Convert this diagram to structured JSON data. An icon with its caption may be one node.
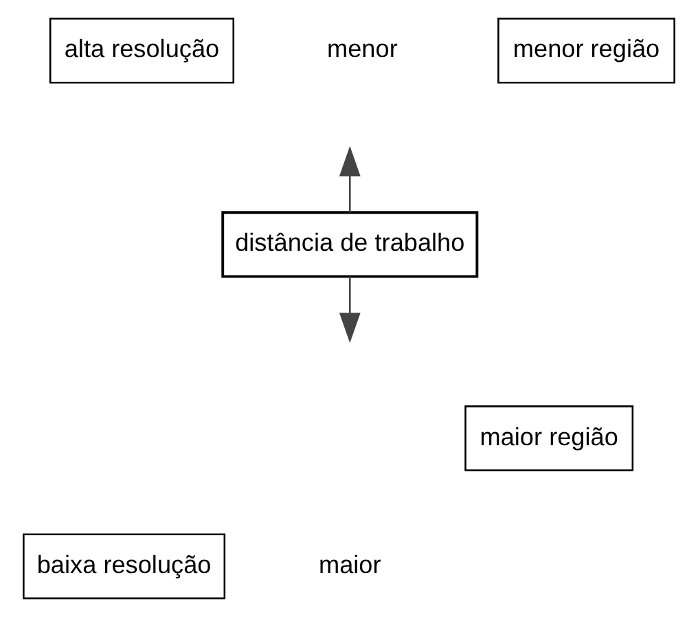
{
  "diagram": {
    "nodes": [
      {
        "text": [
          "alta resolução"
        ]
      },
      {
        "text": [
          "menor região"
        ]
      },
      {
        "text": [
          "distância de trabalho"
        ]
      },
      {
        "text": [
          "maior região"
        ]
      },
      {
        "text": [
          "baixa resolução"
        ]
      }
    ],
    "edges": [
      {
        "from": 2,
        "to": null,
        "arrow": "to"
      },
      {
        "from": 2,
        "to": null,
        "arrow": "to"
      }
    ],
    "labels": [
      "menor",
      "maior"
    ]
  }
}
